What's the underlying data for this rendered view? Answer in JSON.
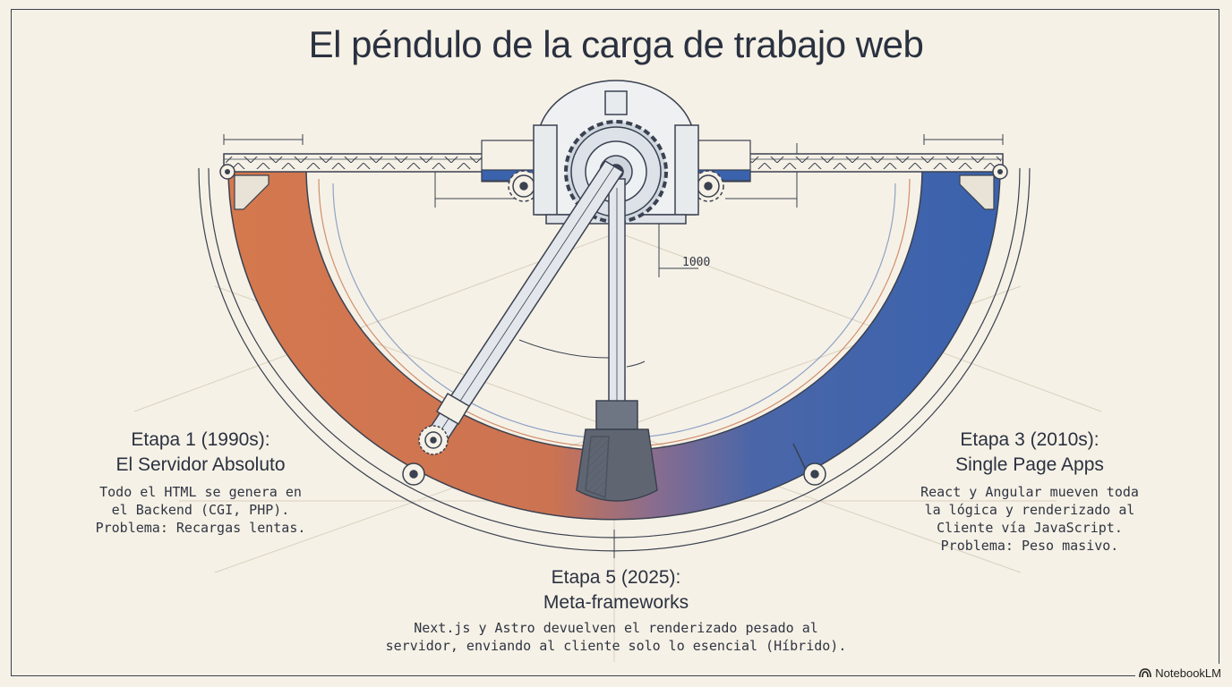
{
  "title": "El péndulo de la carga de trabajo web",
  "dimension_label": "1000",
  "stages": [
    {
      "heading_line1": "Etapa 1 (1990s):",
      "heading_line2": "El Servidor Absoluto",
      "description": "Todo el HTML se genera en\nel Backend (CGI, PHP).\nProblema: Recargas lentas."
    },
    {
      "heading_line1": "Etapa 3 (2010s):",
      "heading_line2": "Single Page Apps",
      "description": "React y Angular mueven toda\nla lógica y renderizado al\nCliente vía JavaScript.\nProblema: Peso masivo."
    },
    {
      "heading_line1": "Etapa 5 (2025):",
      "heading_line2": "Meta-frameworks",
      "description": "Next.js y Astro devuelven el renderizado pesado al\nservidor, enviando al cliente solo lo esencial (Híbrido)."
    }
  ],
  "badge": {
    "label": "NotebookLM",
    "icon": "notebooklm-logo-icon"
  },
  "colors": {
    "server_orange": "#d4784e",
    "client_blue": "#3a62ad",
    "ink": "#3a4150",
    "paper": "#f6f1e6"
  }
}
